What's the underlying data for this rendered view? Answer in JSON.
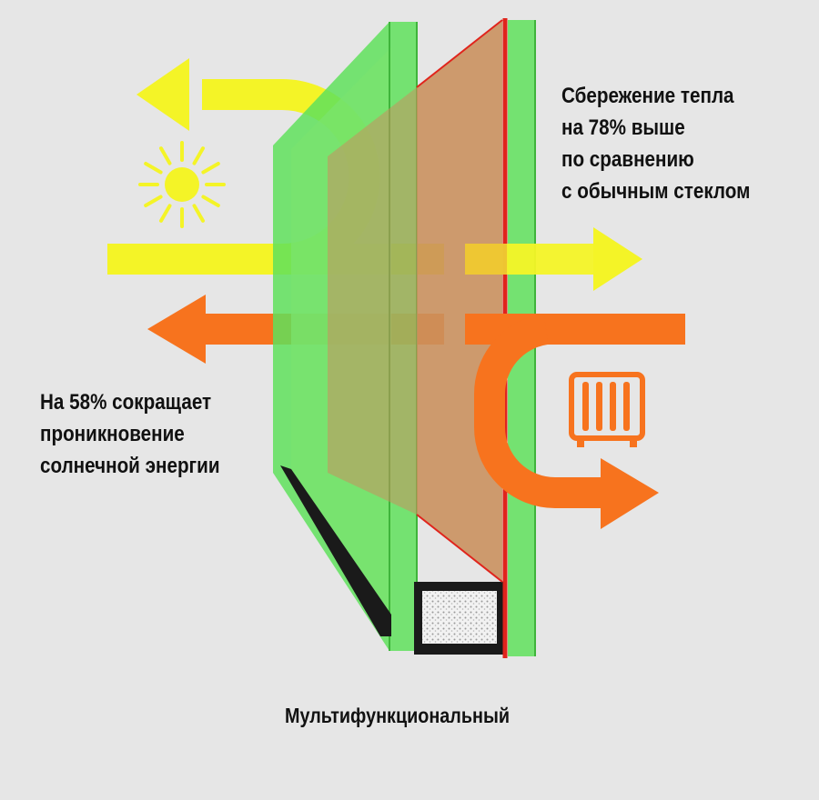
{
  "captions": {
    "heat_savings": [
      "Сбережение тепла",
      "на 78% выше",
      "по сравнению",
      "с обычным стеклом"
    ],
    "solar_reduction": [
      "На 58% сокращает",
      "проникновение",
      "солнечной энергии"
    ],
    "product_name": "Мультифункциональный"
  },
  "icons": {
    "sun": "sun-icon",
    "radiator": "radiator-icon"
  },
  "colors": {
    "background": "#e6e6e6",
    "glass_green": "#5fe05c",
    "coated_glass": "#c9905e",
    "coating_line": "#e0241c",
    "solar_arrow": "#f4f427",
    "heat_arrow": "#f7731e",
    "text": "#111111"
  }
}
